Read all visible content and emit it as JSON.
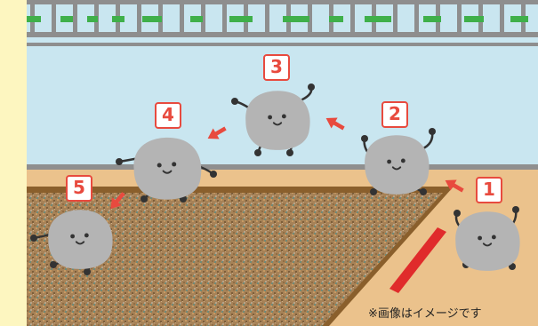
{
  "scene": {
    "caption_fragment": "",
    "step_labels": [
      "1",
      "2",
      "3",
      "4",
      "5"
    ],
    "note": "※画像はイメージです",
    "colors": {
      "page_background": "#fdf6c0",
      "sky": "#c9e6f0",
      "fence": "#8e8e8e",
      "ground": "#ebc28c",
      "dirt_pit": "#a78257",
      "pit_border": "#8a5f2c",
      "board": "#e02b2b",
      "character": "#b4b4b4",
      "accent_red": "#e84a3e",
      "caption_red": "#e8413a"
    },
    "icons": [
      "rock-character-icon",
      "motion-arrow-icon",
      "takeoff-board"
    ]
  }
}
